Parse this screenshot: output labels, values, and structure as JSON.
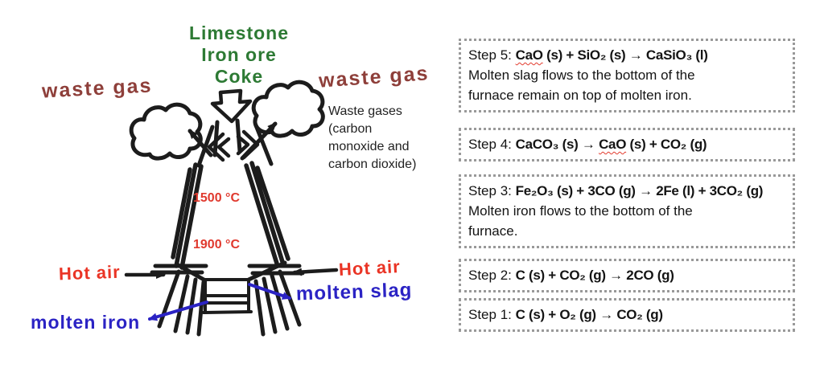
{
  "diagram": {
    "feed_lines": [
      "Limestone",
      "Iron ore",
      "Coke"
    ],
    "waste_gas_left": "waste gas",
    "waste_gas_right": "waste gas",
    "waste_gases_caption": "Waste gases (carbon monoxide and carbon dioxide)",
    "temperature_upper": "1500 °C",
    "temperature_lower": "1900 °C",
    "hot_air_left": "Hot air",
    "hot_air_right": "Hot air",
    "molten_slag_label": "molten slag",
    "molten_iron_label": "molten iron",
    "colors": {
      "feed_green": "#2d7a34",
      "waste_gas_maroon": "#8e3f3a",
      "hot_red": "#ea3425",
      "molten_blue": "#2b23c4",
      "ink_black": "#1c1c1c",
      "box_border_gray": "#999999"
    }
  },
  "steps": [
    {
      "label": "Step 5:",
      "eq_pre": "",
      "eq_flagged": "CaO",
      "eq_post": " (s) + SiO₂ (s) → CaSiO₃ (l)",
      "note": "Molten slag flows to the bottom of the furnace remain on top of molten iron."
    },
    {
      "label": "Step 4:",
      "eq_pre": "CaCO₃ (s) → ",
      "eq_flagged": "CaO",
      "eq_post": " (s) + CO₂ (g)",
      "note": ""
    },
    {
      "label": "Step 3:",
      "eq_pre": "Fe₂O₃ (s) + 3CO (g) → 2Fe (l) + 3CO₂ (g)",
      "eq_flagged": "",
      "eq_post": "",
      "note": "Molten iron flows to the bottom of the furnace."
    },
    {
      "label": "Step 2:",
      "eq_pre": "C (s) + CO₂ (g) → 2CO (g)",
      "eq_flagged": "",
      "eq_post": "",
      "note": ""
    },
    {
      "label": "Step 1:",
      "eq_pre": "C (s) + O₂ (g) → CO₂ (g)",
      "eq_flagged": "",
      "eq_post": "",
      "note": ""
    }
  ]
}
